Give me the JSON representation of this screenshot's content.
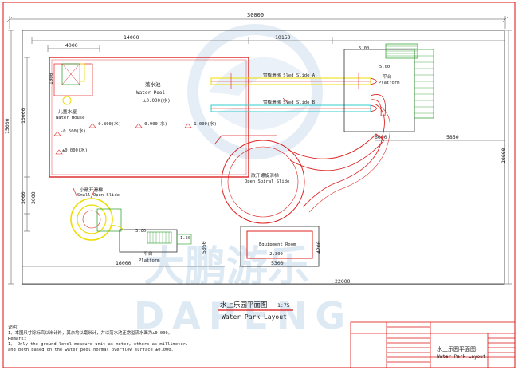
{
  "dimensions": {
    "overall_width": "30000",
    "seg_14000": "14000",
    "seg_10150": "10150",
    "seg_4000": "4000",
    "overall_height": "20000",
    "seg_15000": "15000",
    "seg_10000": "10000",
    "seg_3000a": "3000",
    "seg_3000b": "3000",
    "seg_16000": "16000",
    "seg_22000": "22000",
    "seg_5850": "5850",
    "seg_6000": "6000",
    "seg_5300": "5300",
    "seg_5050": "5050",
    "seg_4200": "4200",
    "seg_1000": "1000"
  },
  "labels": {
    "pool_cn": "落水池",
    "pool_en": "Water Pool",
    "pool_level": "±0.000(水)",
    "house_cn": "儿童水屋",
    "house_en": "Water House",
    "house_level": "±0.000(水)",
    "lvl_060": "-0.600(水)",
    "lvl_080": "-0.800(水)",
    "lvl_090": "-0.900(水)",
    "lvl_100": "-1.000(水)",
    "sled_a": "雪橇滑梯 Sled Slide A",
    "sled_b": "雪橇滑梯 Sled Slide B",
    "platform_cn": "平台",
    "platform_en": "Platform",
    "elev_500a": "5.00",
    "elev_500b": "5.00",
    "spiral_cn": "敞开螺旋滑梯",
    "spiral_en": "Open Spiral Slide",
    "small_cn": "小敞开滑梯",
    "small_en": "Small Open Slide",
    "platform2_cn": "平台",
    "platform2_en": "Platform",
    "elev_300": "3.00",
    "elev_150": "1.50",
    "equip_en": "Equipment Room",
    "equip_level": "-2.300"
  },
  "title": {
    "cn": "水上乐园平面图",
    "scale": "1:75",
    "en": "Water Park Layout"
  },
  "notes": {
    "heading_cn": "说明：",
    "line1_cn": "1、本图尺寸除标高以米计外，其余均以毫米计，并以落水池正常溢流水面为±0.000。",
    "heading_en": "Remark:",
    "line1_en": "1、 Only the ground level measure unit as meter, others as millimeter.",
    "line2_en": "and both based on the water pool normal overflow surface ±0.000."
  },
  "title_block": {
    "name_cn": "水上乐园平面图",
    "name_en": "Water Park Layout"
  },
  "watermark": {
    "cn": "大鹏游乐",
    "en": "DAPENG"
  },
  "colors": {
    "frame": "#dd1111",
    "wall": "#dd2222",
    "slide_yellow": "#eedd00",
    "slide_cyan": "#33cccc",
    "stair_green": "#229922",
    "dim_line": "#444444",
    "watermark": "#cfe0ef"
  }
}
